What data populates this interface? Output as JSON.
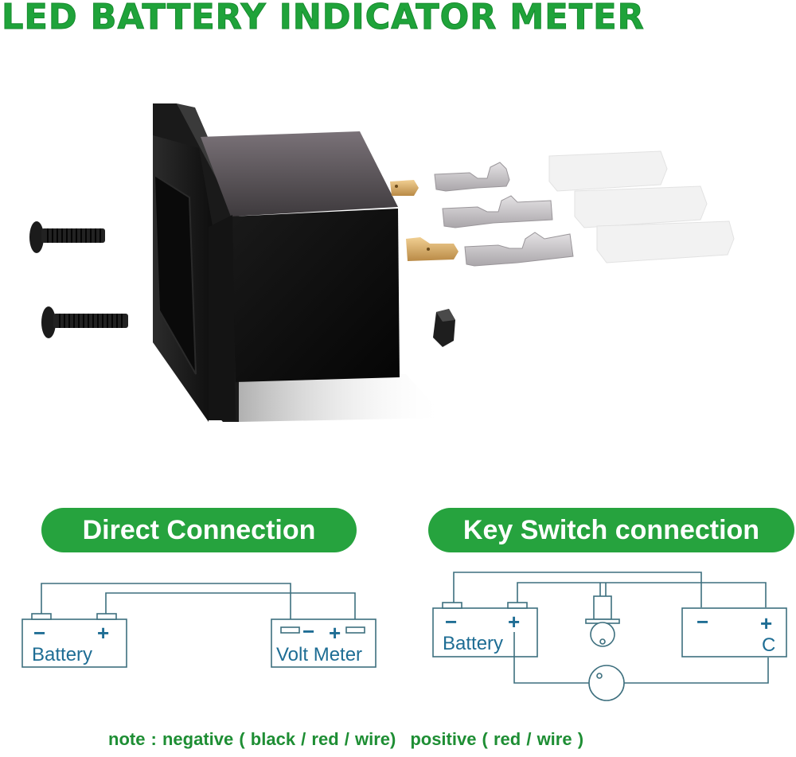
{
  "title": "LED BATTERY INDICATOR METER",
  "colors": {
    "brand_green": "#26a33e",
    "title_green": "#1fa33a",
    "diagram_line": "#3d6f7e",
    "diagram_text": "#1e6d94",
    "note_green": "#1e8e34"
  },
  "product": {
    "items": [
      "battery-indicator-meter",
      "screw",
      "screw",
      "nut",
      "spade-terminal",
      "spade-terminal",
      "spade-terminal",
      "insulating-sleeve",
      "insulating-sleeve",
      "insulating-sleeve"
    ]
  },
  "direct": {
    "heading": "Direct Connection",
    "battery_label": "Battery",
    "battery_neg": "−",
    "battery_pos": "+",
    "meter_label": "Volt Meter",
    "meter_neg": "−",
    "meter_pos": "+"
  },
  "key_switch": {
    "heading": "Key Switch connection",
    "battery_label": "Battery",
    "battery_neg": "−",
    "battery_pos": "+",
    "meter_neg": "−",
    "meter_pos": "+",
    "meter_c": "C"
  },
  "note": {
    "prefix": "note : negative ( black / red / wire)",
    "suffix": "positive ( red / wire )"
  }
}
